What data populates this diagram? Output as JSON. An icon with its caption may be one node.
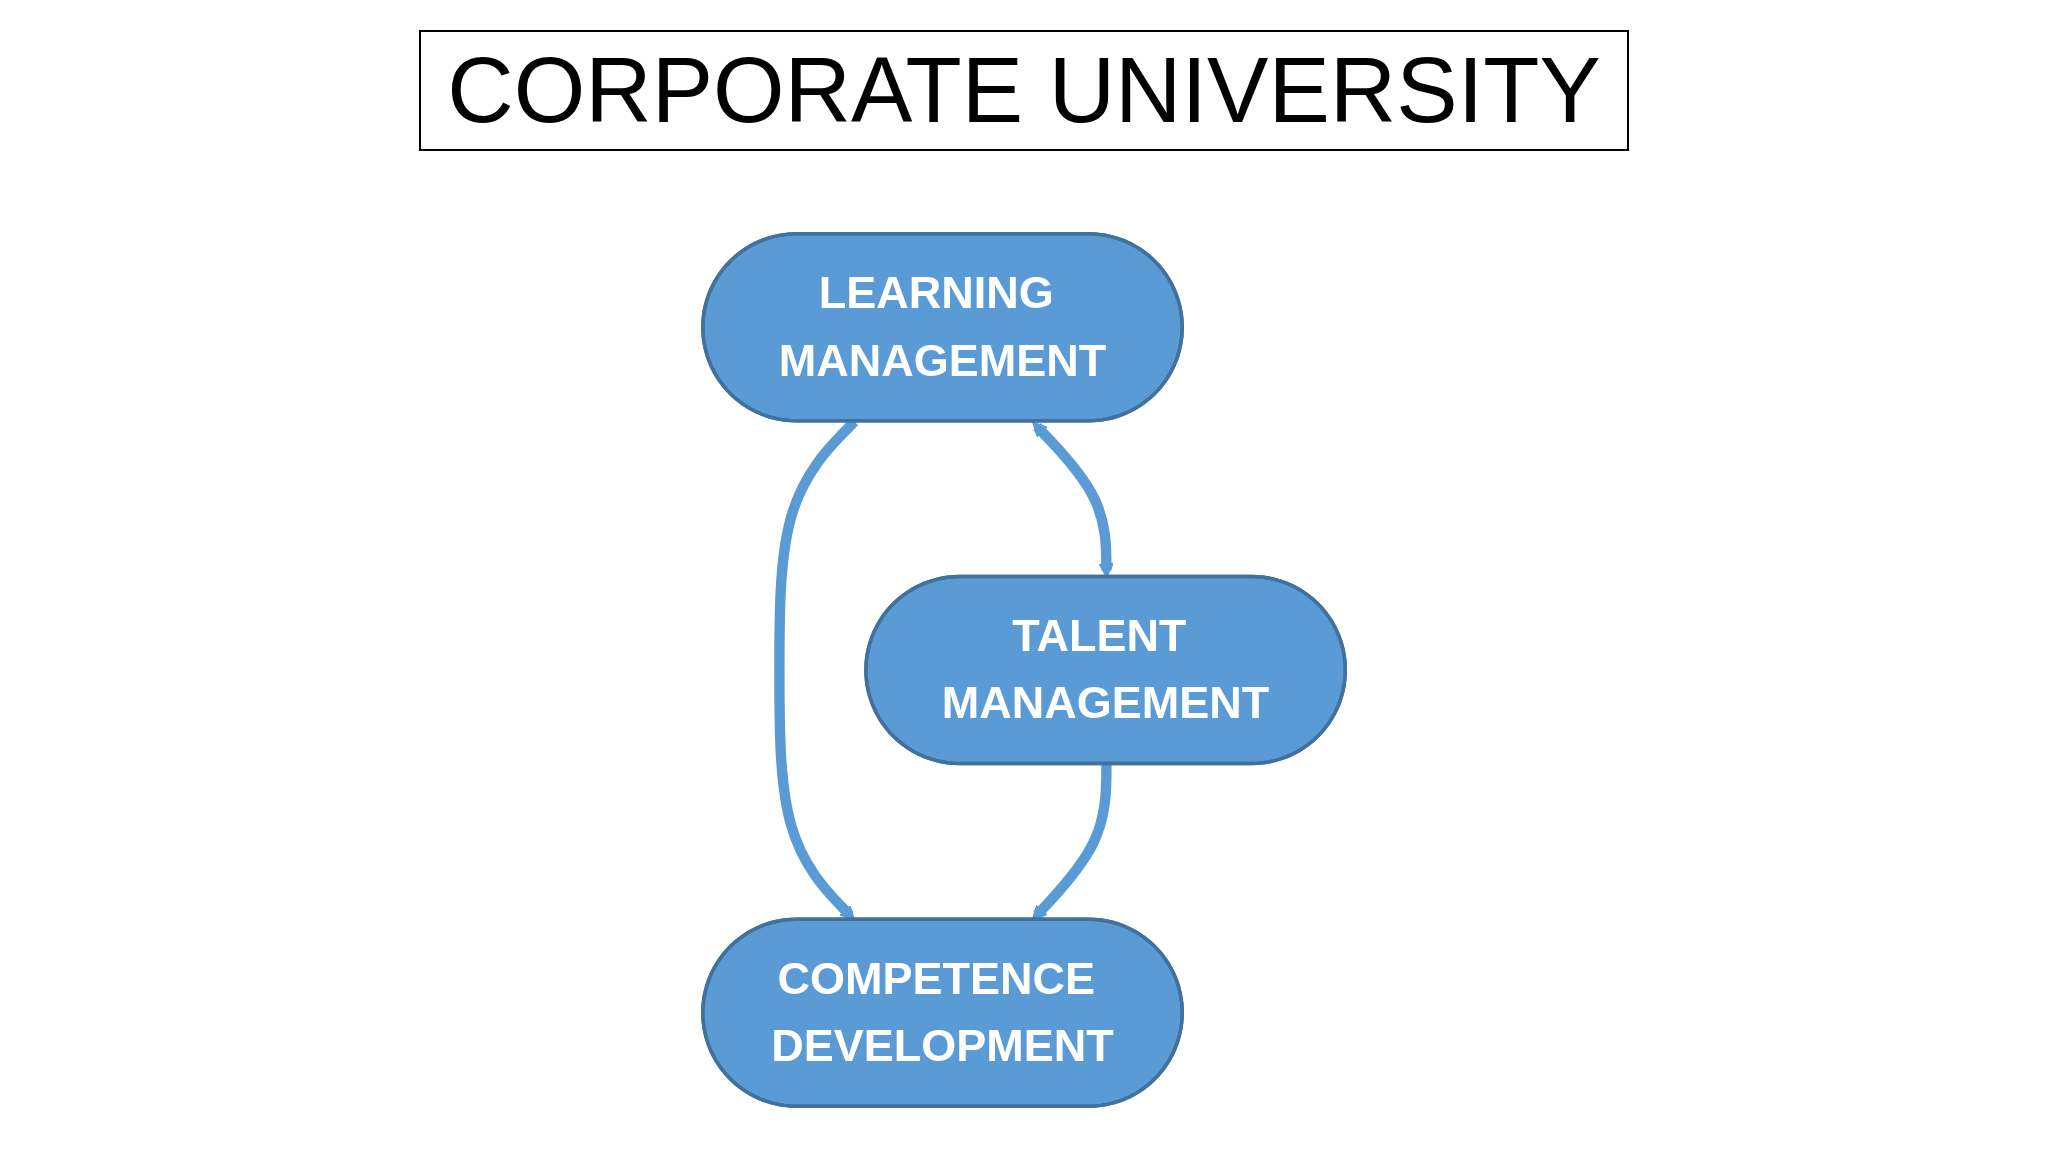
{
  "diagram": {
    "title": "CORPORATE UNIVERSITY",
    "nodes": [
      {
        "text": [
          "LEARNING MANAGEMENT"
        ]
      },
      {
        "text": [
          "TALENT MANAGEMENT"
        ]
      },
      {
        "text": [
          "COMPETENCE DEVELOPMENT"
        ]
      }
    ],
    "edges": [
      {
        "from": 0,
        "to": 1,
        "arrow": "both"
      },
      {
        "from": 0,
        "to": 2,
        "arrow": "to"
      },
      {
        "from": 1,
        "to": 2,
        "arrow": "to"
      }
    ]
  }
}
